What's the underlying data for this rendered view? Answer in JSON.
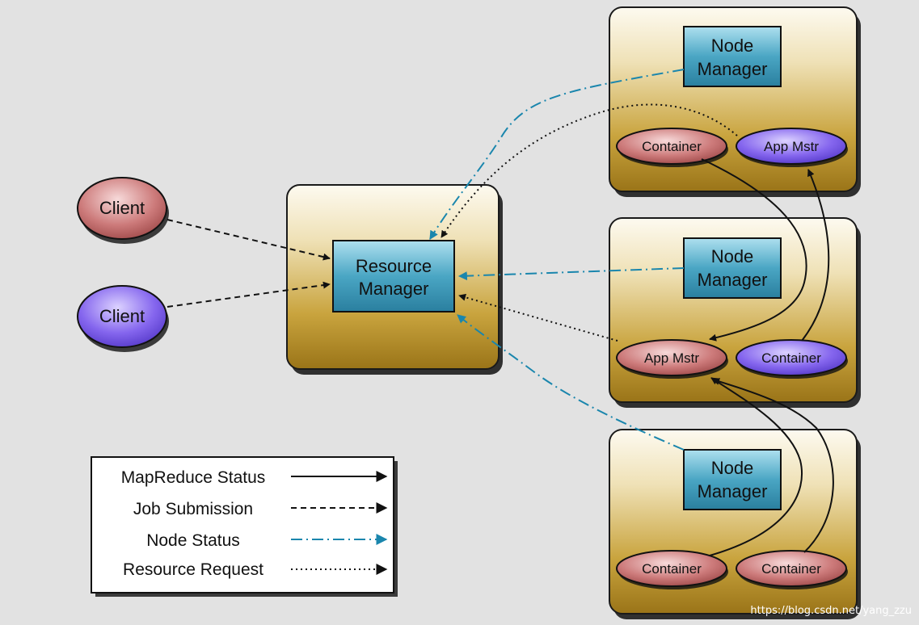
{
  "nodes": {
    "client_1": "Client",
    "client_2": "Client",
    "resource_manager": [
      "Resource",
      "Manager"
    ],
    "node_manager_1": [
      "Node",
      "Manager"
    ],
    "node_manager_2": [
      "Node",
      "Manager"
    ],
    "node_manager_3": [
      "Node",
      "Manager"
    ],
    "container_1a": "Container",
    "app_mstr_1": "App Mstr",
    "app_mstr_2": "App Mstr",
    "container_2b": "Container",
    "container_3a": "Container",
    "container_3b": "Container"
  },
  "legend": {
    "mapreduce_status": "MapReduce Status",
    "job_submission": "Job Submission",
    "node_status": "Node Status",
    "resource_request": "Resource Request"
  },
  "watermark": "https://blog.csdn.net/yang_zzu",
  "colors": {
    "background": "#e2e2e2",
    "server_box": "#c9a43e",
    "manager_box": "#4aa6c4",
    "client_red": "#c97777",
    "client_purple": "#8566ee",
    "node_status_line": "#1a86ad",
    "line_black": "#111111"
  }
}
